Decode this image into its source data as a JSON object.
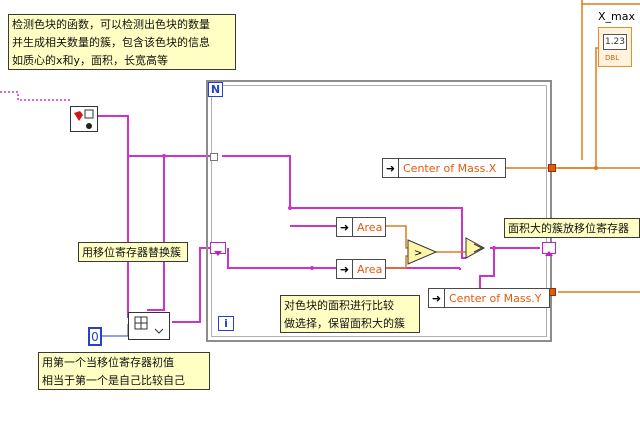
{
  "notes": {
    "top_left": "检测色块的函数，可以检测出色块的数量\n并生成相关数量的簇，包含该色块的信息\n如质心的x和y，面积，长宽高等",
    "shift_register": "用移位寄存器替换簇",
    "largest": "面积大的簇放移位寄存器",
    "compare": "对色块的面积进行比较\n做选择，保留面积大的簇",
    "first_init": "用第一个当移位寄存器初值\n相当于第一个是自己比较自己"
  },
  "nodes": {
    "center_x": "Center of Mass.X",
    "area_top": "Area",
    "area_bottom": "Area",
    "center_y": "Center of Mass.Y"
  },
  "terminals": {
    "loop_count": "N",
    "iteration": "i",
    "constant_zero": "0"
  },
  "indicator": {
    "label": "X_max",
    "value": "1.23",
    "type": "DBL"
  },
  "colors": {
    "cluster_wire": "#cc33cc",
    "numeric_wire": "#e07a1a",
    "integer_blue": "#2344c8",
    "note_bg": "#ffffc4",
    "accent_orange": "#e35a0b"
  }
}
